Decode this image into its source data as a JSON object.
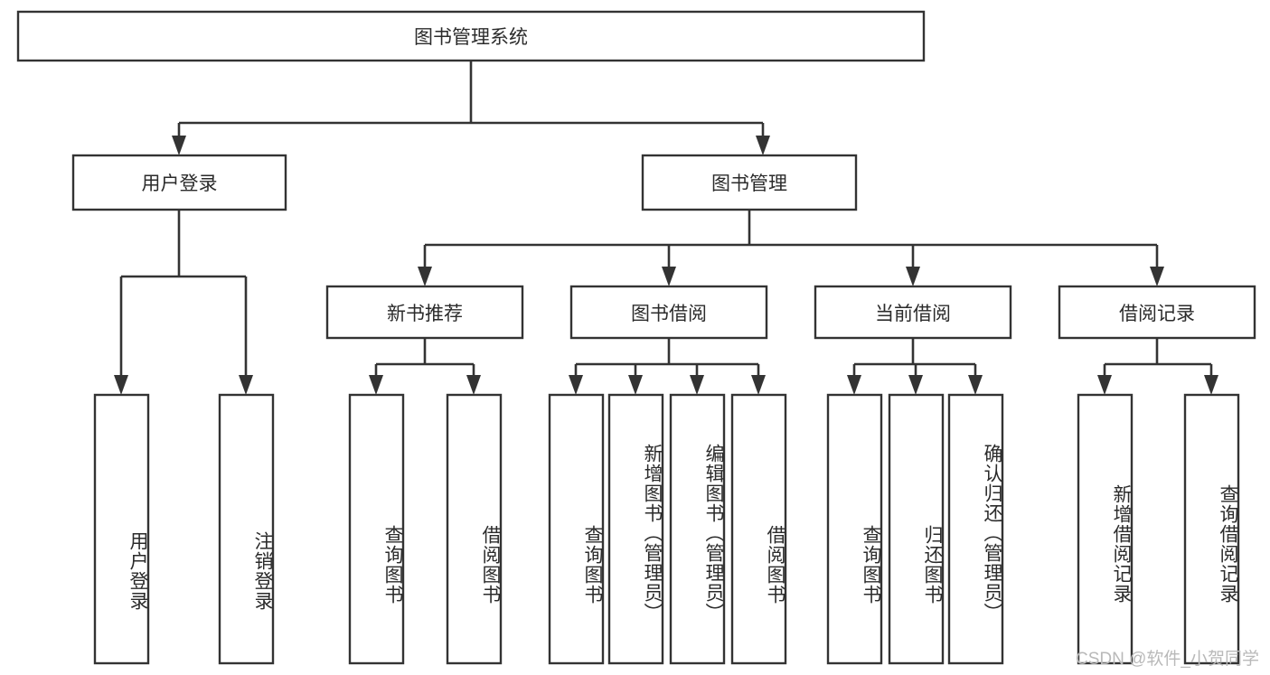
{
  "diagram": {
    "type": "tree",
    "title": "图书管理系统",
    "orientation": "top-down",
    "watermark": "CSDN @软件_小贺同学",
    "colors": {
      "box_stroke": "#333333",
      "box_fill": "#ffffff",
      "text": "#2b2b2b",
      "connector": "#333333",
      "watermark": "#b9b9b9"
    },
    "nodes": {
      "root": {
        "label": "图书管理系统",
        "level": 0,
        "orientation": "horizontal"
      },
      "l1": [
        {
          "id": "user-login",
          "label": "用户登录",
          "orientation": "horizontal"
        },
        {
          "id": "book-manage",
          "label": "图书管理",
          "orientation": "horizontal"
        }
      ],
      "l2": [
        {
          "id": "new-book-recommend",
          "label": "新书推荐",
          "parent": "book-manage",
          "orientation": "horizontal"
        },
        {
          "id": "book-borrow",
          "label": "图书借阅",
          "parent": "book-manage",
          "orientation": "horizontal"
        },
        {
          "id": "current-borrow",
          "label": "当前借阅",
          "parent": "book-manage",
          "orientation": "horizontal"
        },
        {
          "id": "borrow-record",
          "label": "借阅记录",
          "parent": "book-manage",
          "orientation": "horizontal"
        }
      ],
      "leaves": [
        {
          "id": "leaf-user-login",
          "label": "用户登录",
          "parent": "user-login",
          "orientation": "vertical"
        },
        {
          "id": "leaf-user-logout",
          "label": "注销登录",
          "parent": "user-login",
          "orientation": "vertical"
        },
        {
          "id": "leaf-query-book-1",
          "label": "查询图书",
          "parent": "new-book-recommend",
          "orientation": "vertical"
        },
        {
          "id": "leaf-borrow-book-1",
          "label": "借阅图书",
          "parent": "new-book-recommend",
          "orientation": "vertical"
        },
        {
          "id": "leaf-query-book-2",
          "label": "查询图书",
          "parent": "book-borrow",
          "orientation": "vertical"
        },
        {
          "id": "leaf-add-book",
          "label": "新增图书（管理员）",
          "parent": "book-borrow",
          "orientation": "vertical"
        },
        {
          "id": "leaf-edit-book",
          "label": "编辑图书（管理员）",
          "parent": "book-borrow",
          "orientation": "vertical"
        },
        {
          "id": "leaf-borrow-book-2",
          "label": "借阅图书",
          "parent": "book-borrow",
          "orientation": "vertical"
        },
        {
          "id": "leaf-query-book-3",
          "label": "查询图书",
          "parent": "current-borrow",
          "orientation": "vertical"
        },
        {
          "id": "leaf-return-book",
          "label": "归还图书",
          "parent": "current-borrow",
          "orientation": "vertical"
        },
        {
          "id": "leaf-confirm-return",
          "label": "确认归还（管理员）",
          "parent": "current-borrow",
          "orientation": "vertical"
        },
        {
          "id": "leaf-add-record",
          "label": "新增借阅记录",
          "parent": "borrow-record",
          "orientation": "vertical"
        },
        {
          "id": "leaf-query-record",
          "label": "查询借阅记录",
          "parent": "borrow-record",
          "orientation": "vertical"
        }
      ]
    }
  }
}
